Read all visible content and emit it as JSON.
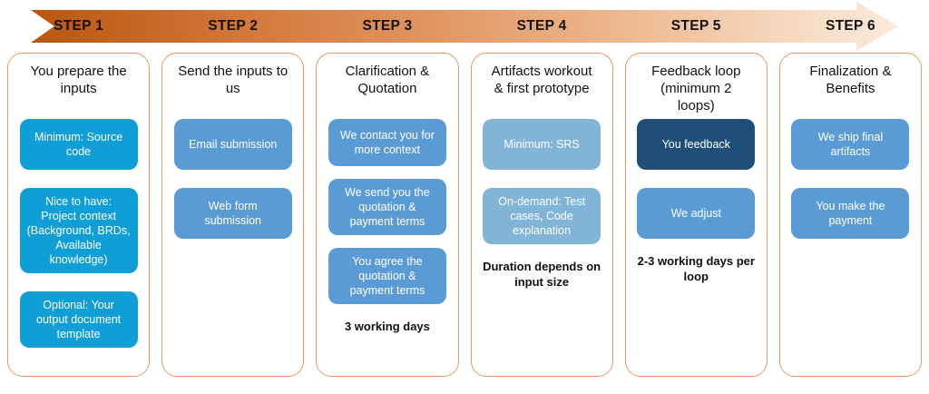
{
  "banner": {
    "gradient_start": "#B9560F",
    "gradient_end": "#FAE9DA"
  },
  "colors": {
    "panel_border": "#F0955C",
    "cyan": "#0F9ED5",
    "blue": "#5B9BD5",
    "light_blue": "#82B4D8",
    "dark_blue": "#1F4E79"
  },
  "steps": [
    {
      "label": "STEP 1",
      "title": "You prepare the inputs",
      "boxes": [
        {
          "text": "Minimum: Source code",
          "color": "#0F9ED5"
        },
        {
          "text": "Nice to have: Project context (Background, BRDs, Available knowledge)",
          "color": "#0F9ED5"
        },
        {
          "text": "Optional: Your output document template",
          "color": "#0F9ED5"
        }
      ]
    },
    {
      "label": "STEP 2",
      "title": "Send the inputs to us",
      "boxes": [
        {
          "text": "Email submission",
          "color": "#5B9BD5"
        },
        {
          "text": "Web form submission",
          "color": "#5B9BD5"
        }
      ]
    },
    {
      "label": "STEP 3",
      "title": "Clarification & Quotation",
      "boxes": [
        {
          "text": "We contact you for more context",
          "color": "#5B9BD5"
        },
        {
          "text": "We send you the quotation & payment terms",
          "color": "#5B9BD5"
        },
        {
          "text": "You agree the quotation & payment terms",
          "color": "#5B9BD5"
        }
      ],
      "note": "3 working days"
    },
    {
      "label": "STEP 4",
      "title": "Artifacts workout & first prototype",
      "boxes": [
        {
          "text": "Minimum: SRS",
          "color": "#82B4D8"
        },
        {
          "text": "On-demand: Test cases, Code explanation",
          "color": "#82B4D8"
        }
      ],
      "note": "Duration depends on input size"
    },
    {
      "label": "STEP 5",
      "title": "Feedback loop (minimum 2 loops)",
      "boxes": [
        {
          "text": "You feedback",
          "color": "#1F4E79"
        },
        {
          "text": "We adjust",
          "color": "#5B9BD5"
        }
      ],
      "note": "2-3 working days per loop"
    },
    {
      "label": "STEP 6",
      "title": "Finalization & Benefits",
      "boxes": [
        {
          "text": "We ship final artifacts",
          "color": "#5B9BD5"
        },
        {
          "text": "You make the payment",
          "color": "#5B9BD5"
        }
      ]
    }
  ]
}
